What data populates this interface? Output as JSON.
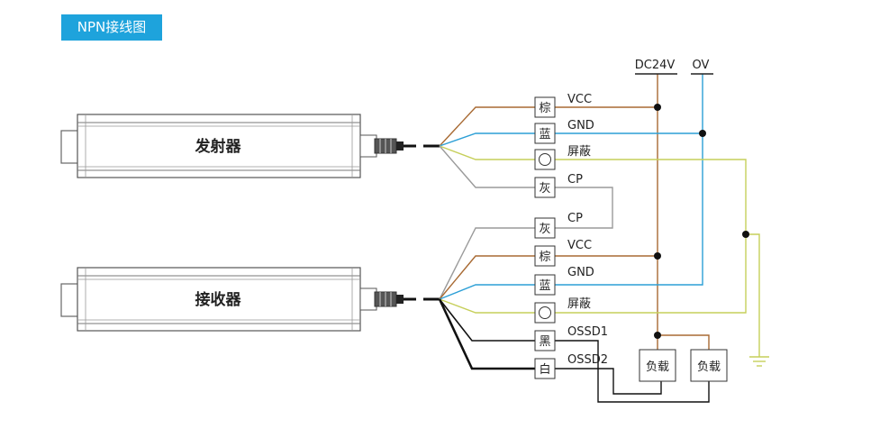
{
  "header": {
    "title": "NPN接线图"
  },
  "devices": {
    "emitter": {
      "label": "发射器"
    },
    "receiver": {
      "label": "接收器"
    }
  },
  "supply": {
    "dc24v": "DC24V",
    "ov": "OV"
  },
  "emitter_wires": [
    {
      "box": "棕",
      "label": "VCC"
    },
    {
      "box": "蓝",
      "label": "GND"
    },
    {
      "box": "",
      "label": "屏蔽"
    },
    {
      "box": "灰",
      "label": "CP"
    }
  ],
  "receiver_wires": [
    {
      "box": "灰",
      "label": "CP"
    },
    {
      "box": "棕",
      "label": "VCC"
    },
    {
      "box": "蓝",
      "label": "GND"
    },
    {
      "box": "",
      "label": "屏蔽"
    },
    {
      "box": "黑",
      "label": "OSSD1"
    },
    {
      "box": "白",
      "label": "OSSD2"
    }
  ],
  "loads": [
    "负载",
    "负载"
  ],
  "colors": {
    "brown": "#a86a33",
    "blue": "#2c9fd6",
    "shield": "#c6cf5a",
    "gray": "#9a9a9a",
    "black": "#111111",
    "accent": "#1ea3dc"
  }
}
